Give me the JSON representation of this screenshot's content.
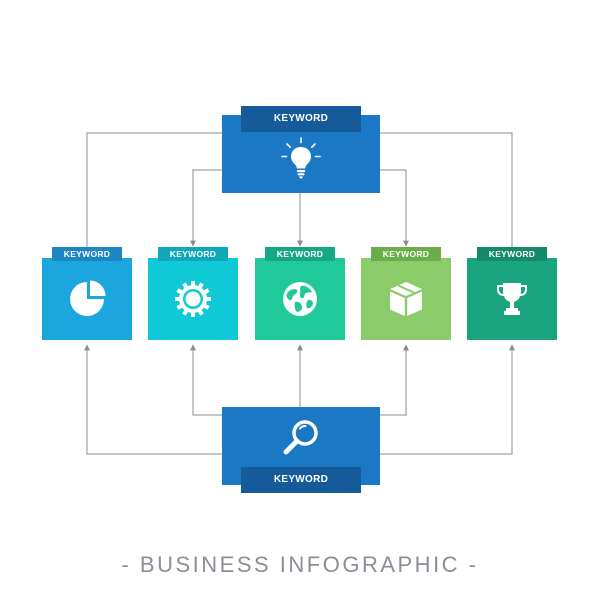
{
  "top_keyword": "KEYWORD",
  "bottom_keyword": "KEYWORD",
  "items": [
    {
      "label": "KEYWORD",
      "icon": "pie-chart-icon",
      "box_color": "#1ba6dd",
      "tab_color": "#1b86c1"
    },
    {
      "label": "KEYWORD",
      "icon": "gear-icon",
      "box_color": "#10c9d6",
      "tab_color": "#0fa8bb"
    },
    {
      "label": "KEYWORD",
      "icon": "globe-icon",
      "box_color": "#20c99a",
      "tab_color": "#16a884"
    },
    {
      "label": "KEYWORD",
      "icon": "box-icon",
      "box_color": "#8ccb6a",
      "tab_color": "#6aae4a"
    },
    {
      "label": "KEYWORD",
      "icon": "trophy-icon",
      "box_color": "#1aa57e",
      "tab_color": "#148a69"
    }
  ],
  "colors": {
    "main_box": "#1a78c4",
    "main_tab": "#155a99",
    "connector": "#8c8c8c"
  },
  "footer_title": "- BUSINESS INFOGRAPHIC -"
}
